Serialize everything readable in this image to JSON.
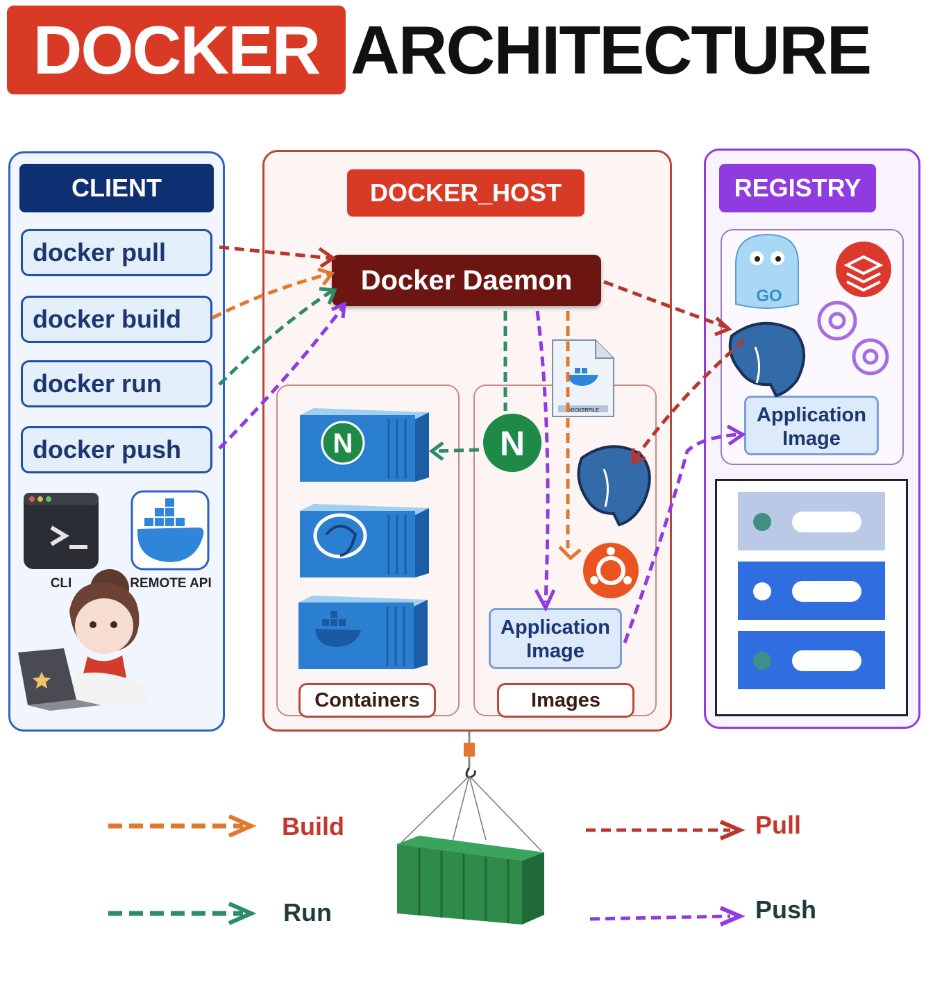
{
  "title": {
    "word1": "DOCKER",
    "word2": "ARCHITECTURE"
  },
  "client": {
    "header": "CLIENT",
    "commands": [
      "docker pull",
      "docker build",
      "docker run",
      "docker push"
    ],
    "cli_label": "CLI",
    "remote_api_label": "REMOTE API"
  },
  "docker_host": {
    "header": "DOCKER_HOST",
    "daemon": "Docker Daemon",
    "containers_label": "Containers",
    "images_label": "Images",
    "app_image": [
      "Application",
      "Image"
    ],
    "dockerfile_label": "DOCKERFILE"
  },
  "registry": {
    "header": "REGISTRY",
    "app_image": [
      "Application",
      "Image"
    ],
    "go_label": "GO"
  },
  "legend": {
    "build": "Build",
    "pull": "Pull",
    "run": "Run",
    "push": "Push"
  },
  "colors": {
    "build": "#e0782e",
    "pull": "#b8372c",
    "run": "#2e8b6a",
    "push": "#8f3be0",
    "client": "#0e2f72",
    "docker_host": "#d93a26",
    "registry": "#8f3be0",
    "daemon": "#6d1611"
  }
}
